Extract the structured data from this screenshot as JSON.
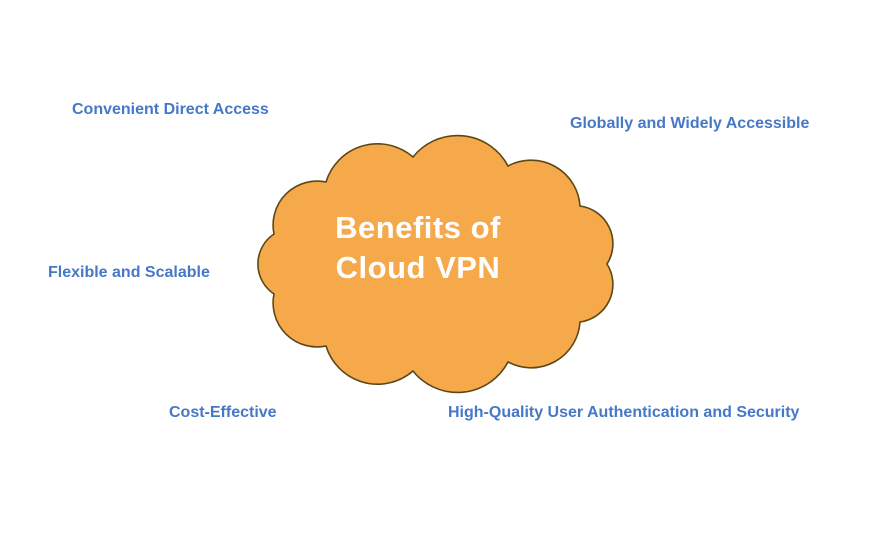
{
  "diagram": {
    "title": {
      "line1": "Benefits of",
      "line2": "Cloud VPN"
    },
    "labels": [
      {
        "id": "convenient-direct-access",
        "text": "Convenient Direct Access"
      },
      {
        "id": "globally-widely-accessible",
        "text": "Globally and Widely Accessible"
      },
      {
        "id": "flexible-and-scalable",
        "text": "Flexible and Scalable"
      },
      {
        "id": "cost-effective",
        "text": "Cost-Effective"
      },
      {
        "id": "high-quality-user-authentication-and-security",
        "text": "High-Quality User Authentication and Security"
      }
    ],
    "colors": {
      "cloud_fill": "#F6A94B",
      "cloud_outline": "#5C4716",
      "label_text": "#4678C8",
      "title_text": "#FFFFFF",
      "background": "#FFFFFF"
    }
  }
}
